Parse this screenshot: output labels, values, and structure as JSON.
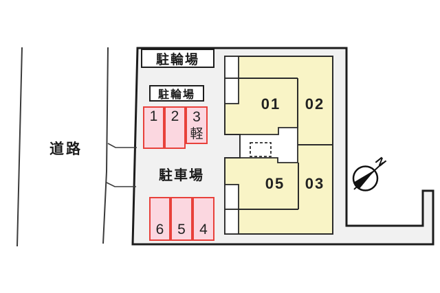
{
  "site": {
    "road_label": "道路",
    "bicycle_parking_top_label": "駐輪場",
    "bicycle_parking_inner_label": "駐輪場",
    "car_parking_label": "駐車場"
  },
  "units": [
    {
      "label": "01"
    },
    {
      "label": "02"
    },
    {
      "label": "05"
    },
    {
      "label": "03"
    }
  ],
  "stalls": {
    "top": [
      {
        "label": "1"
      },
      {
        "label": "2"
      },
      {
        "label": "3",
        "sub": "軽"
      }
    ],
    "bottom": [
      {
        "label": "6"
      },
      {
        "label": "5"
      },
      {
        "label": "4"
      }
    ]
  },
  "compass": {
    "north_label": "N"
  },
  "colors": {
    "site_fill": "#f1f1f1",
    "building_fill": "#f9f4c6",
    "stall_fill": "#fbd7e0",
    "stall_border": "#e8403a",
    "outline": "#1c1c1c"
  }
}
